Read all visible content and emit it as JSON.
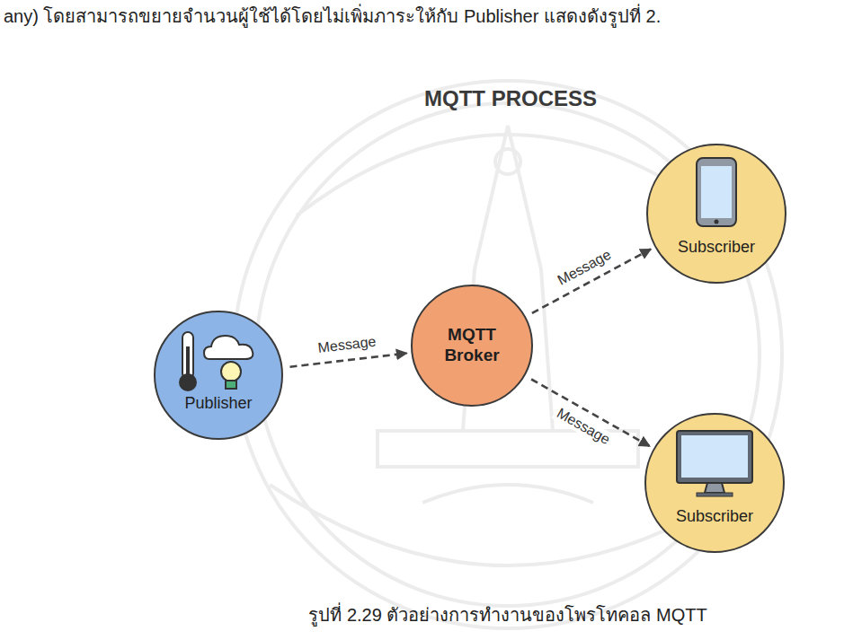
{
  "diagram": {
    "title": "MQTT PROCESS",
    "caption": "รูปที่ 2.29 ตัวอย่างการทำงานของโพรโทคอล MQTT",
    "nodes": [
      {
        "text": [
          "Publisher"
        ]
      },
      {
        "text": [
          "MQTT Broker"
        ]
      },
      {
        "text": [
          "Subscriber"
        ]
      },
      {
        "text": [
          "Subscriber"
        ]
      }
    ],
    "edges": [
      {
        "from": 0,
        "to": 1,
        "arrow": "to",
        "label": "Message"
      },
      {
        "from": 1,
        "to": 2,
        "arrow": "to",
        "label": "Message"
      },
      {
        "from": 1,
        "to": 3,
        "arrow": "to",
        "label": "Message"
      }
    ],
    "labels": [
      "any) โดยสามารถขยายจำนวนผู้ใช้ได้โดยไม่เพิ่มภาระให้กับ Publisher แสดงดังรูปที่ 2."
    ]
  }
}
